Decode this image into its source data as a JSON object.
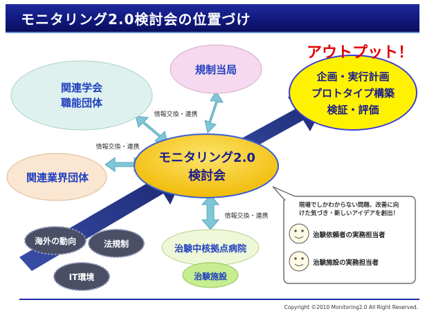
{
  "title": "モニタリング2.0検討会の位置づけ",
  "output_label": "アウトプット！",
  "center": {
    "line1": "モニタリング2.0",
    "line2": "検討会"
  },
  "nodes": {
    "related_society": {
      "line1": "関連学会",
      "line2": "職能団体"
    },
    "regulator": "規制当局",
    "industry": "関連業界団体",
    "hospital": "治験中核拠点病院",
    "facility": "治験施設"
  },
  "output_box": {
    "line1": "企画・実行計画",
    "line2": "プロトタイプ構築",
    "line3": "検証・評価"
  },
  "exchange_labels": [
    "情報交換・連携",
    "情報交換・連携",
    "情報交換・連携"
  ],
  "inputs": [
    "海外の動向",
    "法規制",
    "IT環境"
  ],
  "callout": {
    "text": "現場でしかわからない問題、改善に向けた気づき・新しいアイデアを創出！",
    "line1": "現場でしかわからない問題、改善に向",
    "line2": "けた気づき・新しいアイデアを創出！",
    "person1": "治験依頼者の実務担当者",
    "person2": "治験施設の実務担当者"
  },
  "copyright": "Copyright ©2010 Monitoring2.0 All Right Reserved.",
  "colors": {
    "title_bar": "#10187a",
    "center_fill": "#f7c600",
    "output_fill": "#fff200",
    "output_text": "#e00000",
    "society_fill": "#dff1ef",
    "regulator_fill": "#f6d9ef",
    "industry_fill": "#fbe6d2",
    "hospital_fill": "#eef7d8",
    "facility_fill": "#c6ed8f",
    "arrow_blue": "#1b2c7c",
    "exchange_arrow": "#7fc6d6",
    "input_fill": "#4a4f66"
  }
}
